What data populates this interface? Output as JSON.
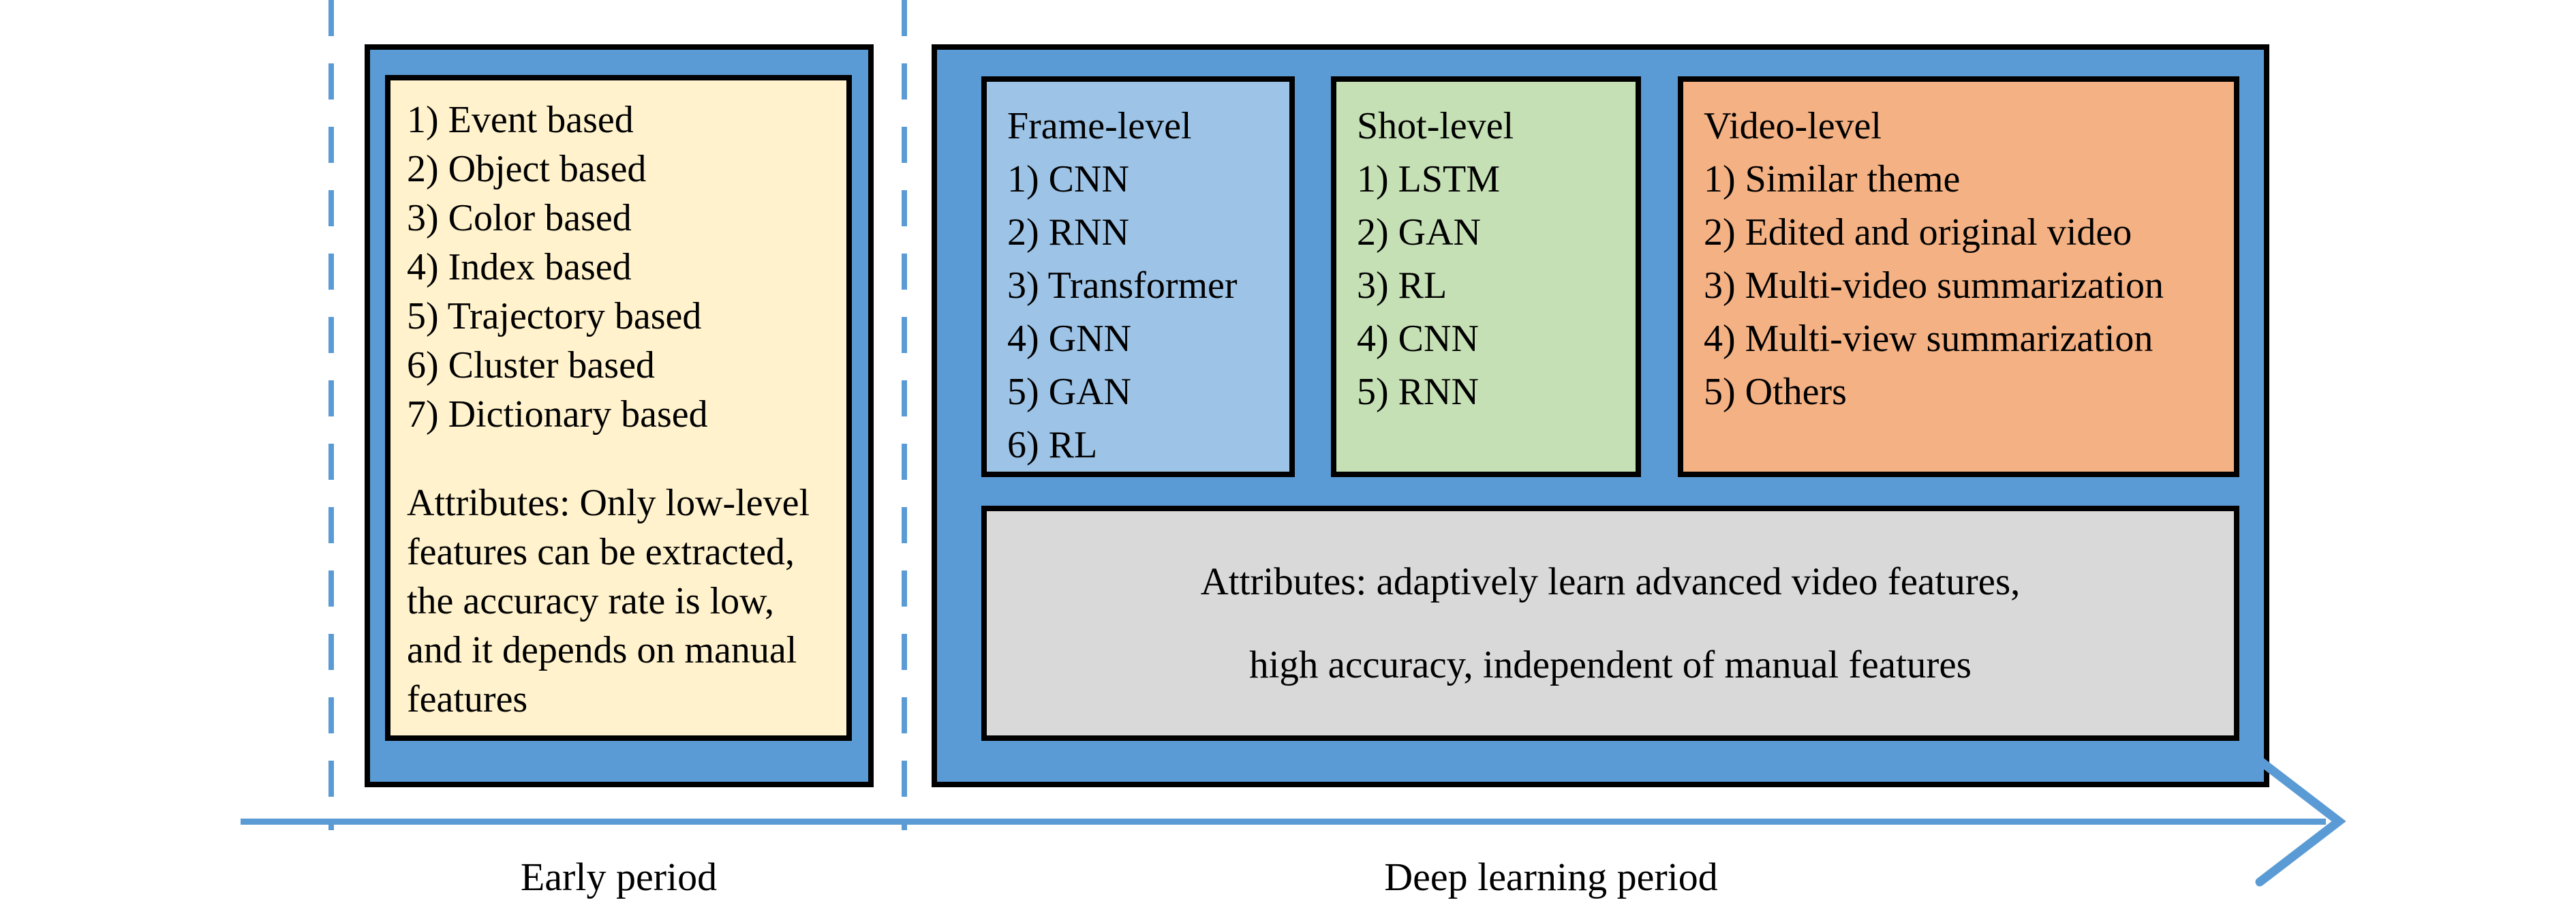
{
  "colors": {
    "container_blue": "#5B9BD5",
    "frame_level_fill": "#9DC3E6",
    "shot_level_fill": "#C5E0B4",
    "video_level_fill": "#F4B183",
    "attributes_gray_fill": "#D9D9D9",
    "early_methods_fill": "#FFF2CC",
    "axis_blue": "#5B9BD5",
    "border_black": "#000000"
  },
  "early_period": {
    "methods": [
      "1) Event based",
      "2) Object based",
      "3) Color based",
      "4) Index based",
      "5) Trajectory based",
      "6) Cluster based",
      "7) Dictionary based"
    ],
    "attributes": "Attributes: Only low-level features can be extracted, the accuracy rate is low, and it depends on manual features"
  },
  "deep_learning_period": {
    "frame_level": {
      "title": "Frame-level",
      "items": [
        "1) CNN",
        "2) RNN",
        "3) Transformer",
        "4) GNN",
        "5) GAN",
        "6) RL"
      ]
    },
    "shot_level": {
      "title": "Shot-level",
      "items": [
        "1) LSTM",
        "2) GAN",
        "3) RL",
        "4) CNN",
        "5) RNN"
      ]
    },
    "video_level": {
      "title": "Video-level",
      "items": [
        "1) Similar theme",
        "2) Edited and original video",
        "3) Multi-video summarization",
        "4) Multi-view summarization",
        "5) Others"
      ]
    },
    "attributes_line1": "Attributes: adaptively learn advanced video features,",
    "attributes_line2": "high accuracy, independent of manual features"
  },
  "timeline": {
    "early_label": "Early period",
    "deep_label": "Deep learning period"
  }
}
